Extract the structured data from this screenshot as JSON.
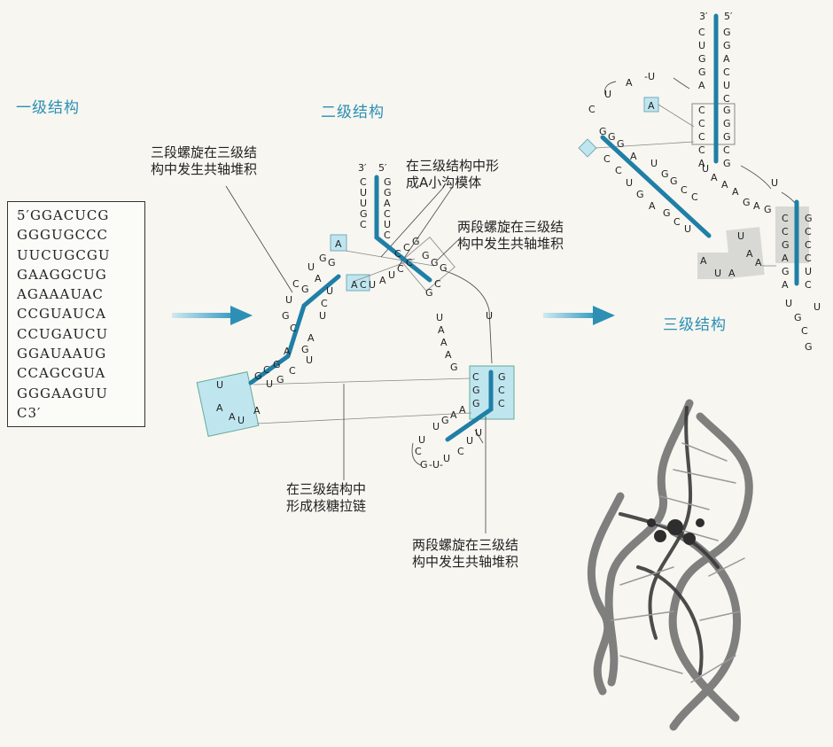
{
  "titles": {
    "primary": "一级结构",
    "secondary": "二级结构",
    "tertiary": "三级结构"
  },
  "sequence": {
    "lines": [
      "5′GGACUCG",
      "GGGUGCCC",
      "UUCUGCGU",
      "GAAGGCUG",
      "AGAAAUAC",
      "CCGUAUCA",
      "CCUGAUCU",
      "GGAUAAUG",
      "CCAGCGUA",
      "GGGAAGUU",
      "C3′"
    ]
  },
  "annotations": {
    "coaxial_stack_1": "三段螺旋在三级结\n构中发生共轴堆积",
    "minor_groove": "在三级结构中形\n成A小沟模体",
    "coaxial_stack_2": "两段螺旋在三级结\n构中发生共轴堆积",
    "ribose_zipper": "在三级结构中\n形成核糖拉链",
    "coaxial_stack_3": "两段螺旋在三级结\n构中发生共轴堆积"
  },
  "end_labels": {
    "three_prime": "3′",
    "five_prime": "5′"
  },
  "colors": {
    "helix_axis": "#1f7fa6",
    "title": "#2b8fb3",
    "highlight_box": "#bfe6ef",
    "gray_box": "#d8d8d4",
    "arrow": "#4aa8c8"
  }
}
